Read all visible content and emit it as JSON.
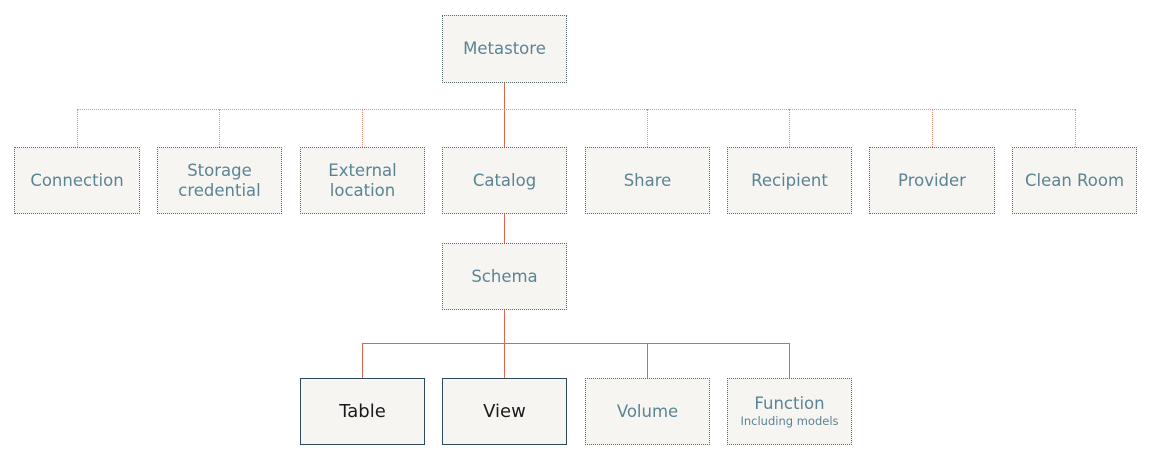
{
  "colors": {
    "node_fill": "#f7f5f1",
    "node_text": "#5a8494",
    "emphasis_text": "#1b1b1b",
    "connector": "#e0664e",
    "connector_dotted": "#e8907c"
  },
  "nodes": {
    "metastore": "Metastore",
    "connection": "Connection",
    "storage_credential": "Storage\ncredential",
    "external_location": "External\nlocation",
    "catalog": "Catalog",
    "share": "Share",
    "recipient": "Recipient",
    "provider": "Provider",
    "clean_room": "Clean Room",
    "schema": "Schema",
    "table": "Table",
    "view": "View",
    "volume": "Volume",
    "function": "Function",
    "function_sub": "Including models"
  }
}
